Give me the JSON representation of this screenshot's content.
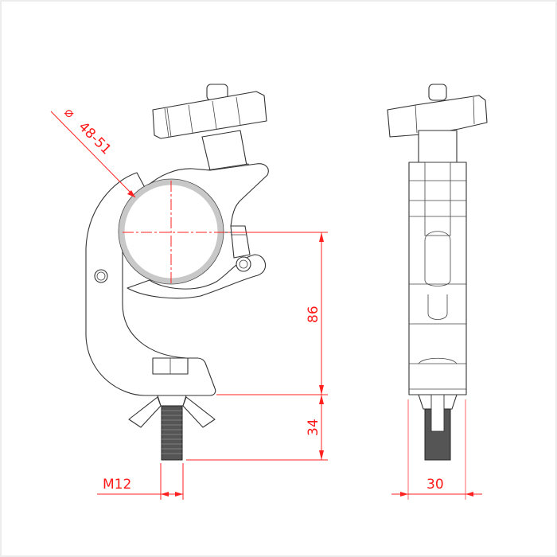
{
  "drawing": {
    "subject": "Trigger clamp (half coupler) technical drawing",
    "views": [
      "side-view",
      "front-view"
    ],
    "colors": {
      "outline": "#333333",
      "dimension": "#ff2020",
      "tube_ring": "#c8c8c8",
      "background": "#ffffff",
      "border": "#ececec"
    }
  },
  "dimensions": {
    "diameter": {
      "symbol": "⌀",
      "value": "48-51"
    },
    "height_upper": {
      "value": "86"
    },
    "height_lower": {
      "value": "34"
    },
    "thread": {
      "value": "M12"
    },
    "width": {
      "value": "30"
    }
  }
}
